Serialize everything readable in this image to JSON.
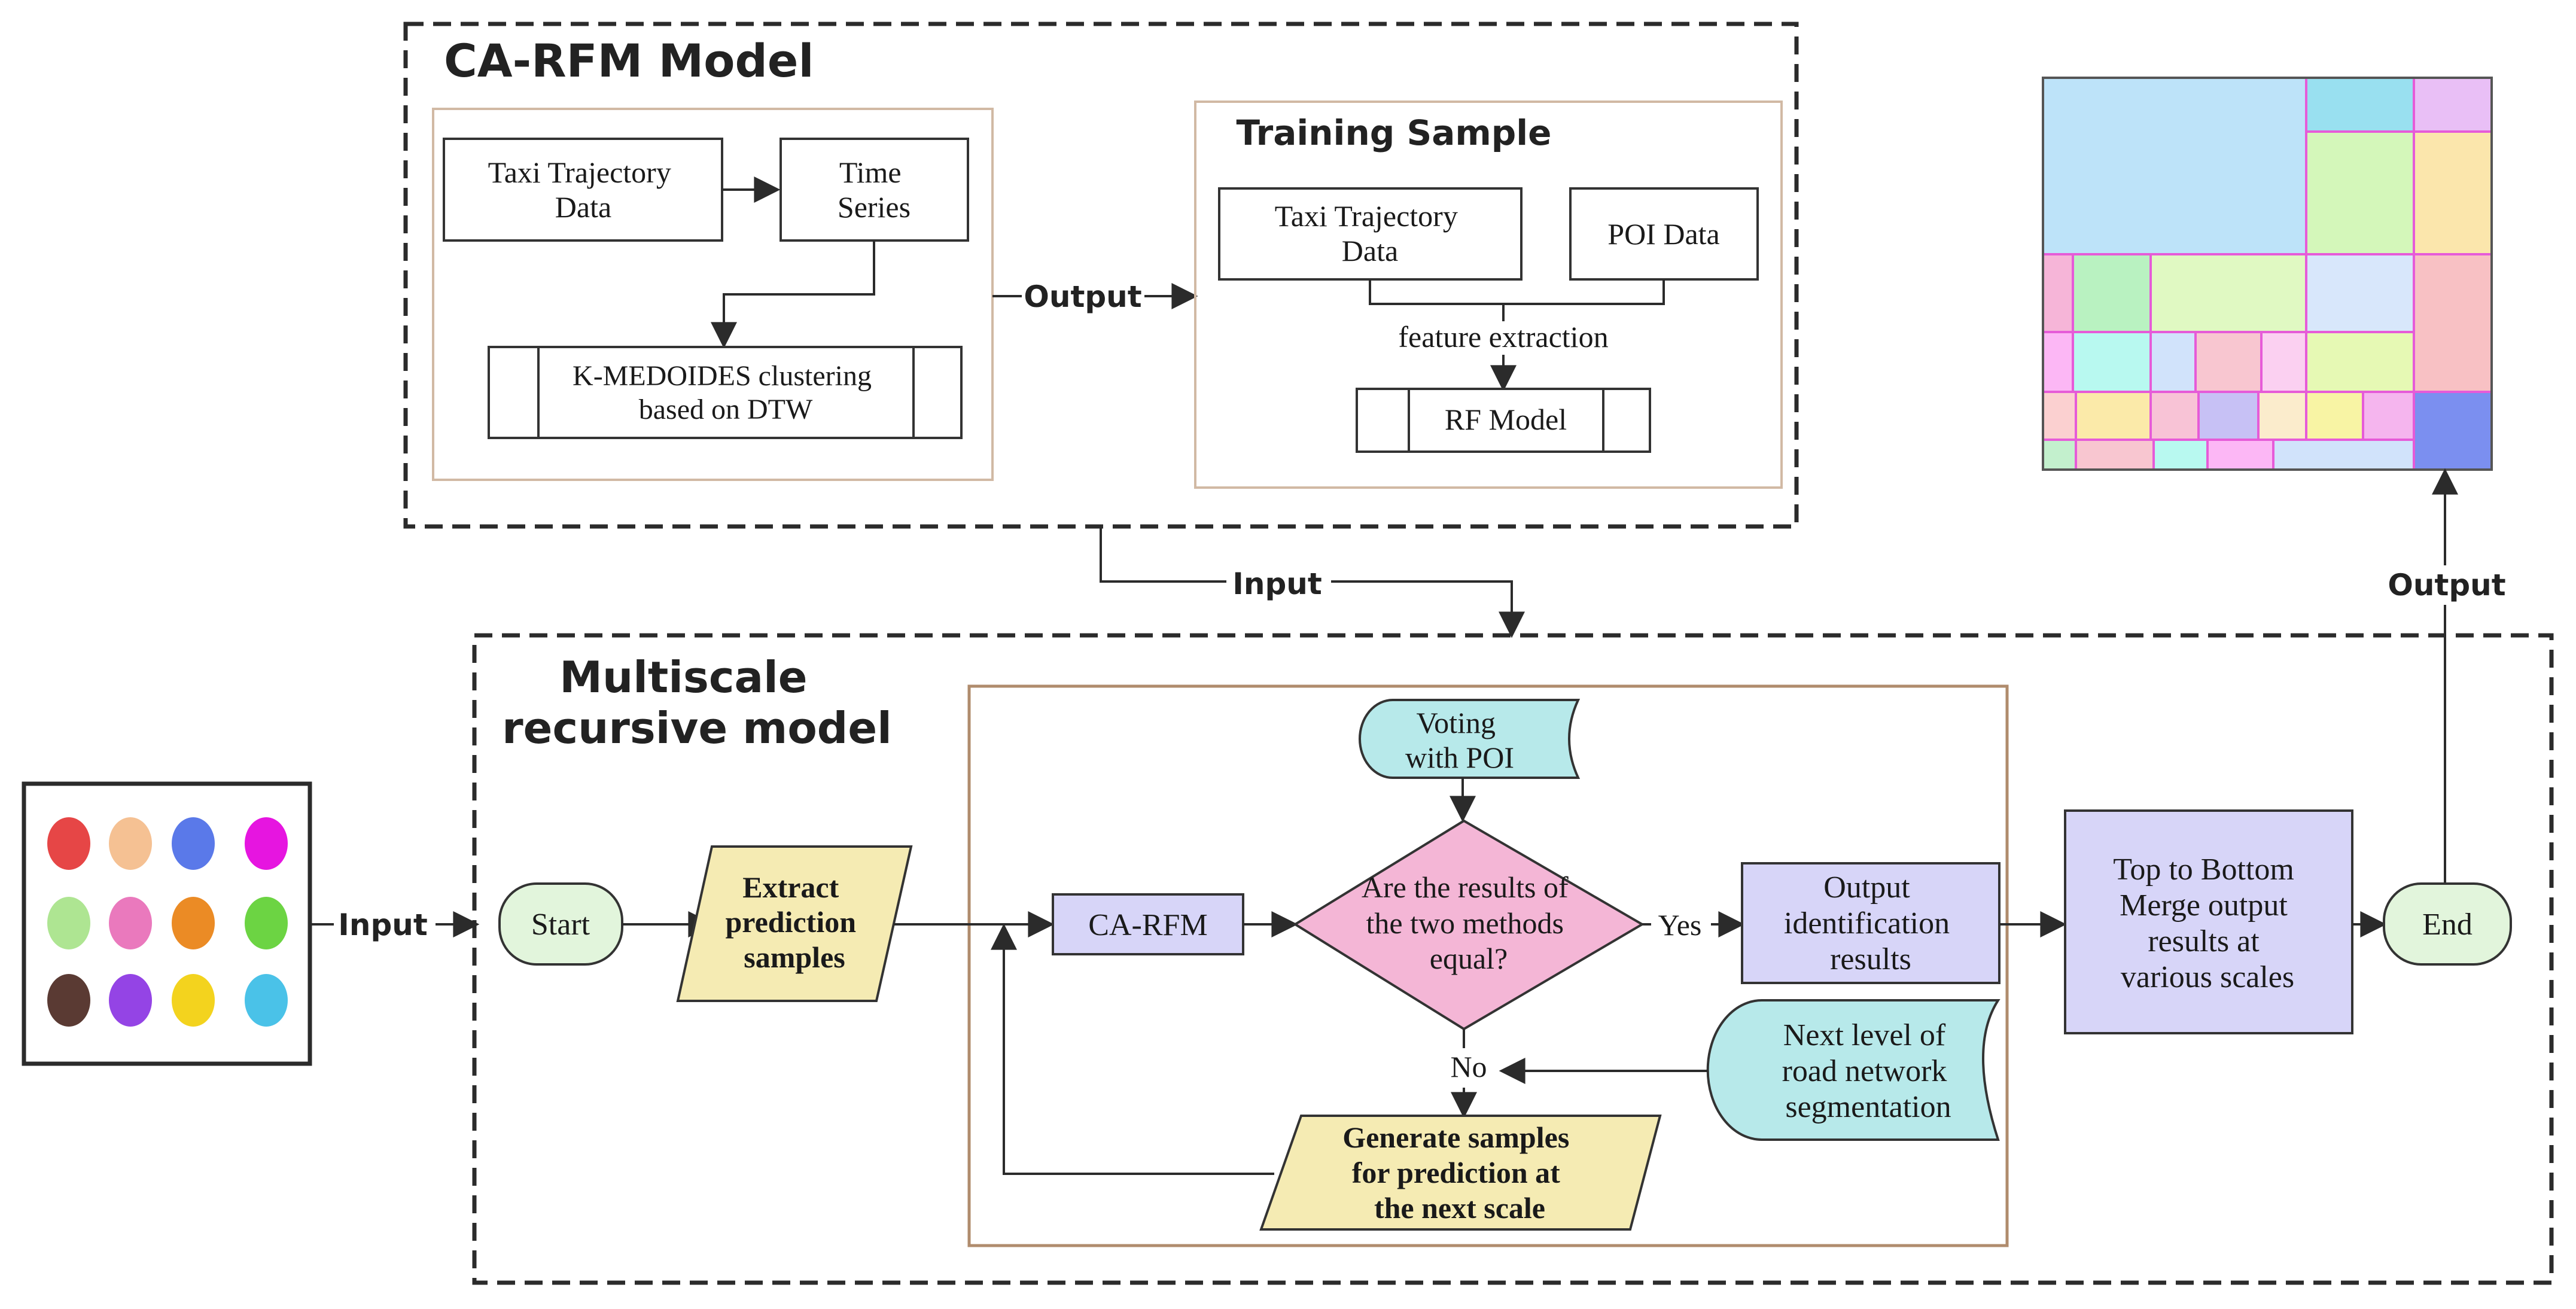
{
  "top_panel": {
    "title": "CA-RFM Model",
    "taxi_data_l1": "Taxi Trajectory",
    "taxi_data_l2": "Data",
    "time_series_l1": "Time",
    "time_series_l2": "Series",
    "kmedoides_l1": "K-MEDOIDES clustering",
    "kmedoides_l2": "based on DTW",
    "output_label": "Output",
    "training_title": "Training Sample",
    "train_taxi_l1": "Taxi Trajectory",
    "train_taxi_l2": "Data",
    "poi_data": "POI Data",
    "feature_extraction": "feature extraction",
    "rf_model": "RF Model"
  },
  "connectors": {
    "input_top": "Input",
    "input_left": "Input",
    "output_right": "Output"
  },
  "bottom_panel": {
    "title_l1": "Multiscale",
    "title_l2": "recursive model",
    "start": "Start",
    "extract_l1": "Extract",
    "extract_l2": "prediction",
    "extract_l3": "samples",
    "ca_rfm": "CA-RFM",
    "voting_l1": "Voting",
    "voting_l2": "with POI",
    "decision_l1": "Are the results of",
    "decision_l2": "the two methods",
    "decision_l3": "equal?",
    "yes": "Yes",
    "no": "No",
    "output_ident_l1": "Output",
    "output_ident_l2": "identification",
    "output_ident_l3": "results",
    "next_level_l1": "Next level of",
    "next_level_l2": "road network",
    "next_level_l3": "segmentation",
    "generate_l1": "Generate samples",
    "generate_l2": "for prediction at",
    "generate_l3": "the next scale",
    "merge_l1": "Top to Bottom",
    "merge_l2": "Merge output",
    "merge_l3": "results at",
    "merge_l4": "various scales",
    "end": "End"
  },
  "colors": {
    "start_end_fill": "#e2f5dc",
    "parallelogram_fill": "#f5ebb3",
    "process_fill": "#d7d5f8",
    "decision_fill": "#f4b6d6",
    "voting_fill": "#b7e9ea",
    "inner_frame": "#b08c6d"
  },
  "legend_dot_colors": [
    "#e64646",
    "#f5c193",
    "#5a79e9",
    "#e615e0",
    "#aee592",
    "#ea79bd",
    "#eb8b25",
    "#6cd443",
    "#5a3a33",
    "#9444e5",
    "#f3d31e",
    "#4ac2e8"
  ],
  "map_patch_colors": [
    "#bde3f9",
    "#99e0f0",
    "#e9bff6",
    "#d4f7ba",
    "#fbe6ac",
    "#f6b5d8",
    "#b9f2c1",
    "#e0f9c2",
    "#d8e7fb",
    "#f8c1c4",
    "#fcb7f5",
    "#b8f9f0",
    "#d1e3fb",
    "#f8c6d0",
    "#fbd0f1",
    "#e6f9b4",
    "#fbd0d0",
    "#fbeaa9",
    "#f8c3d6",
    "#c7c1f5",
    "#fbeccc",
    "#f8f4a4",
    "#f5b5ee",
    "#7b8ff0",
    "#c3f0cd"
  ]
}
